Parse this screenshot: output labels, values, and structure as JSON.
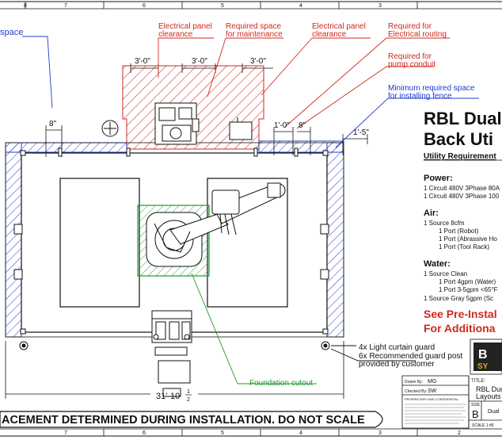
{
  "border": {
    "col_numbers": [
      "8",
      "7",
      "6",
      "5",
      "4",
      "3"
    ],
    "col_numbers_bottom": [
      "7",
      "6",
      "5",
      "4",
      "3",
      "2"
    ]
  },
  "callouts": {
    "electrical_clearance_left": [
      "Electrical panel",
      "clearance"
    ],
    "maintenance_space": [
      "Required space",
      "for maintenance"
    ],
    "electrical_clearance_right": [
      "Electrical panel",
      "clearance"
    ],
    "electrical_routing": [
      "Required for",
      "Electrical routing"
    ],
    "pump_conduit": [
      "Required for",
      "pump conduit"
    ],
    "fence_space": [
      "Minimum required space",
      "for installing fence"
    ],
    "left_space": "space",
    "light_curtain": "4x Light curtain guard",
    "guard_post": [
      "6x Recommended guard post",
      "provided by customer"
    ],
    "foundation": "Foundation cutout"
  },
  "dimensions": {
    "d1": "3'-0\"",
    "d2": "3'-0\"",
    "d3": "3'-0\"",
    "d4": "8\"",
    "d5": "1'-0\"",
    "d6": "8\"",
    "d7": "1'-5\"",
    "overall": "31'-10",
    "overall_frac_num": "1",
    "overall_frac_den": "2"
  },
  "title_area": {
    "title_line1": "RBL Dual",
    "title_line2": "Back Uti",
    "subtitle": "Utility Requirement",
    "power_heading": "Power:",
    "power_items": [
      "1 Circuit 480V 3Phase 80A",
      "1 Circuit 480V 3Phase 100"
    ],
    "air_heading": "Air:",
    "air_source": "1 Source 8cfm",
    "air_items": [
      "1 Port (Robot)",
      "1 Port (Abrassive Ho",
      "1 Port (Tool Rack)"
    ],
    "water_heading": "Water:",
    "water_source": "1 Source Clean",
    "water_items": [
      "1 Port 4gpm (Water)",
      "1 Port 3-5gpm <65°F"
    ],
    "water_gray": "1 Source Gray 5gpm (Sc",
    "see_note": [
      "See Pre-Instal",
      "For Additiona"
    ]
  },
  "banner": "ACEMENT DETERMINED DURING INSTALLATION. DO NOT SCALE",
  "title_block": {
    "logo_top": "B",
    "logo_bottom": "SY",
    "drawn_by_label": "Drawn By:",
    "drawn_by": "MG",
    "checked_by_label": "Checked By:",
    "checked_by": "SW",
    "confidential_heading": "PROPRIETARY AND CONFIDENTIAL",
    "title_label": "TITLE:",
    "title_value_1": "RBL Duc",
    "title_value_2": "Layouts",
    "size_label": "SIZE",
    "size_value": "B",
    "dwg_value": "Dual",
    "scale_label": "SCALE 1:45"
  },
  "colors": {
    "red": "#d0281e",
    "blue": "#1e3ccc",
    "green": "#1f9a2a",
    "black": "#111111"
  }
}
